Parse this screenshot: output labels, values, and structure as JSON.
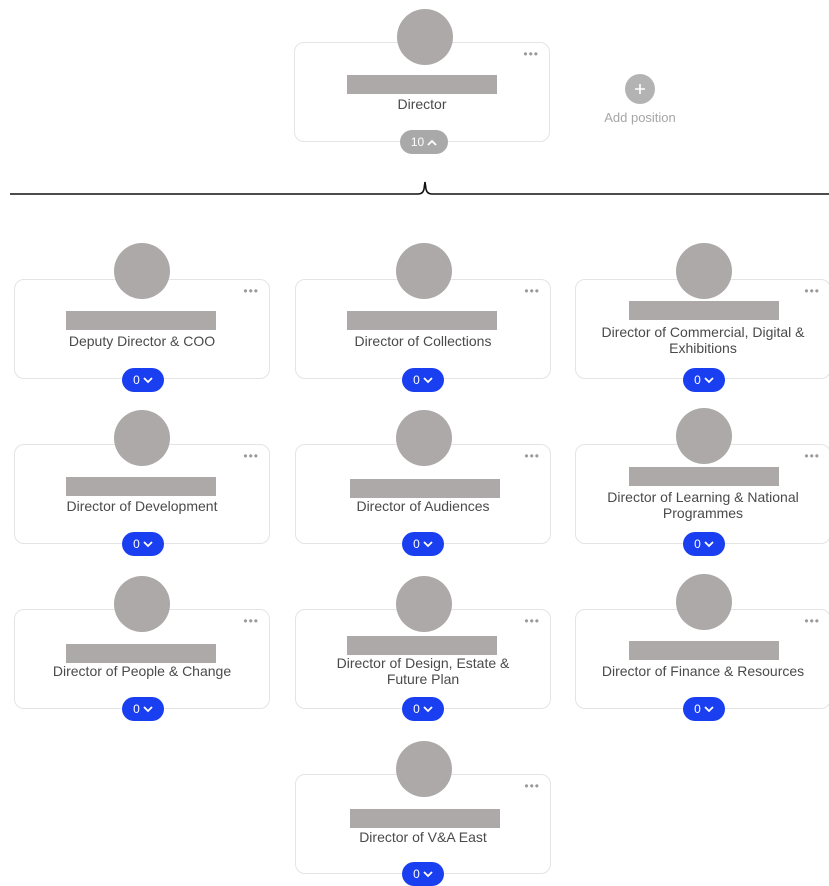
{
  "director": {
    "title": "Director",
    "report_count": "10"
  },
  "add_position": {
    "label": "Add position"
  },
  "positions": [
    {
      "title": "Deputy Director & COO",
      "count": "0"
    },
    {
      "title": "Director of Collections",
      "count": "0"
    },
    {
      "title": "Director of Commercial, Digital & Exhibitions",
      "count": "0"
    },
    {
      "title": "Director of Development",
      "count": "0"
    },
    {
      "title": "Director of Audiences",
      "count": "0"
    },
    {
      "title": "Director of Learning & National Programmes",
      "count": "0"
    },
    {
      "title": "Director of People & Change",
      "count": "0"
    },
    {
      "title": "Director of Design, Estate & Future Plan",
      "count": "0"
    },
    {
      "title": "Director of Finance & Resources",
      "count": "0"
    },
    {
      "title": "Director of V&A East",
      "count": "0"
    }
  ],
  "colors": {
    "accent_blue": "#1a3ff0",
    "placeholder_grey": "#ada9a9",
    "card_border": "#e4e4e4",
    "count_pill_grey": "#a9a9a9"
  },
  "icons": {
    "more": "more-dots-icon",
    "expand": "chevron-down-icon",
    "collapse": "chevron-up-icon",
    "add": "plus-icon"
  }
}
